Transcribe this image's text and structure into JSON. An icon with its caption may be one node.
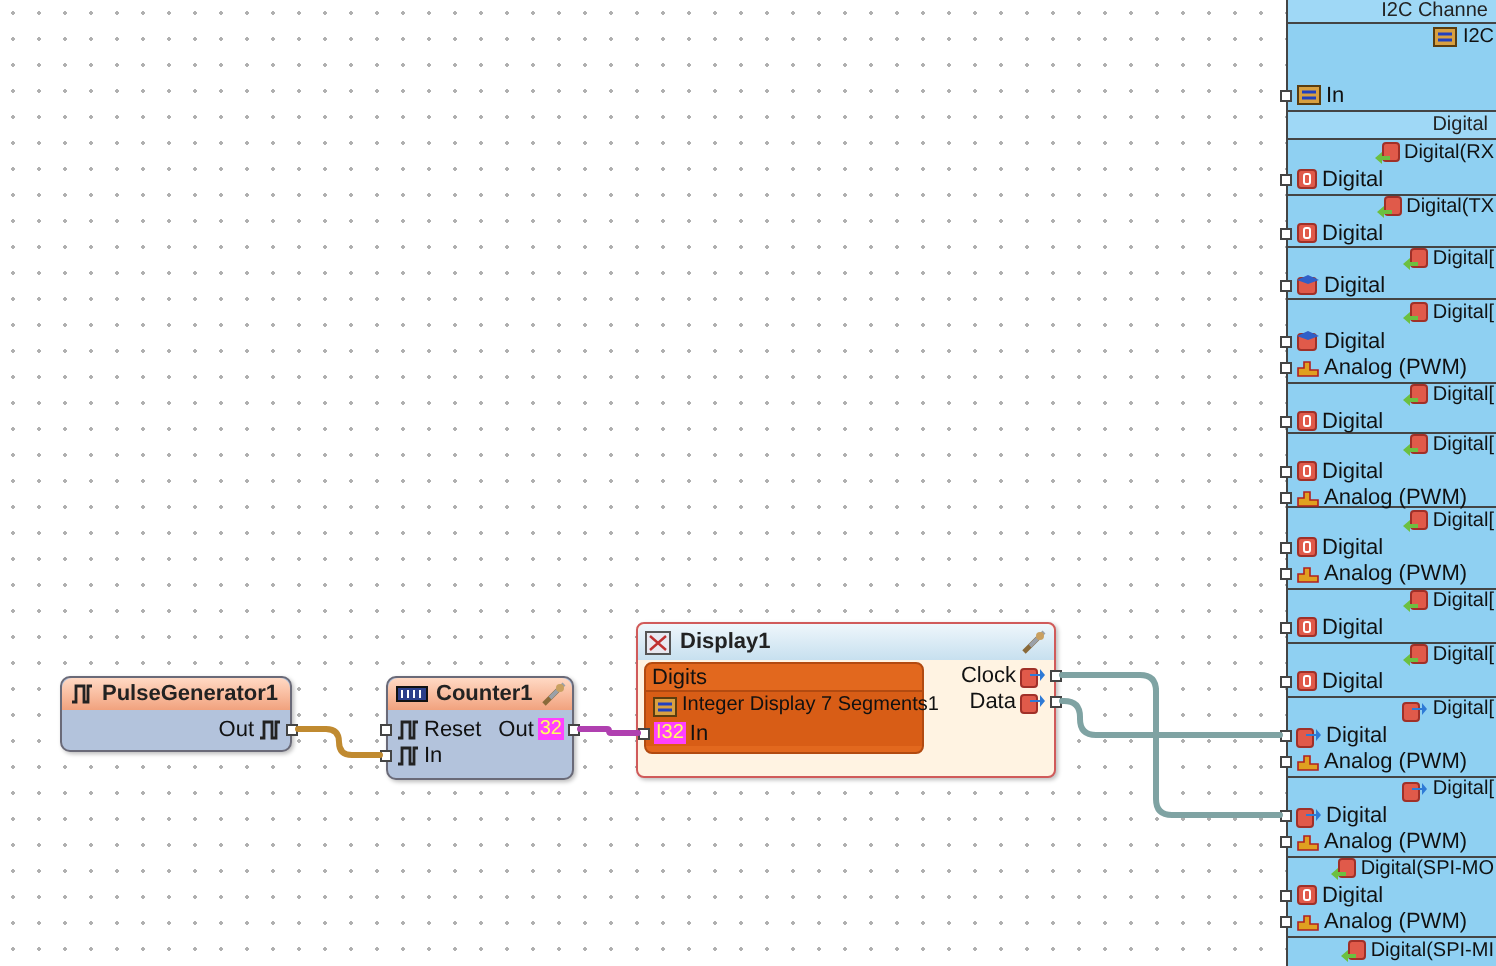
{
  "diagram": {
    "nodes": [
      {
        "text": [
          "PulseGenerator1"
        ]
      },
      {
        "text": [
          "Out"
        ],
        "in": 0
      },
      {
        "text": [
          "Counter1"
        ]
      },
      {
        "text": [
          "Reset"
        ],
        "in": 2
      },
      {
        "text": [
          "In"
        ],
        "in": 2
      },
      {
        "text": [
          "Out",
          "32"
        ],
        "in": 2
      },
      {
        "text": [
          "Display1"
        ]
      },
      {
        "text": [
          "Digits"
        ],
        "in": 6
      },
      {
        "text": [
          "Integer Display 7 Segments1"
        ],
        "in": 7
      },
      {
        "text": [
          "I32",
          "In"
        ],
        "in": 8
      },
      {
        "text": [
          "Clock"
        ],
        "in": 6
      },
      {
        "text": [
          "Data"
        ],
        "in": 6
      },
      {
        "text": [],
        "shape": "box"
      },
      {
        "text": [
          "I2C Channe"
        ],
        "in": 12
      },
      {
        "text": [
          "I2C"
        ],
        "in": 12
      },
      {
        "text": [
          "In"
        ],
        "in": 14
      },
      {
        "text": [
          "Digital"
        ],
        "in": 12
      },
      {
        "text": [
          "Digital(RX"
        ],
        "in": 12
      },
      {
        "text": [
          "Digital"
        ],
        "in": 17
      },
      {
        "text": [
          "Digital(TX"
        ],
        "in": 12
      },
      {
        "text": [
          "Digital"
        ],
        "in": 19
      },
      {
        "text": [
          "Digital["
        ],
        "in": 12
      },
      {
        "text": [
          "Digital"
        ],
        "in": 21
      },
      {
        "text": [
          "Digital["
        ],
        "in": 12
      },
      {
        "text": [
          "Digital"
        ],
        "in": 23
      },
      {
        "text": [
          "Analog (PWM)"
        ],
        "in": 23
      },
      {
        "text": [
          "Digital["
        ],
        "in": 12
      },
      {
        "text": [
          "Digital"
        ],
        "in": 26
      },
      {
        "text": [
          "Digital["
        ],
        "in": 12
      },
      {
        "text": [
          "Digital"
        ],
        "in": 28
      },
      {
        "text": [
          "Analog (PWM)"
        ],
        "in": 28
      },
      {
        "text": [
          "Digital["
        ],
        "in": 12
      },
      {
        "text": [
          "Digital"
        ],
        "in": 31
      },
      {
        "text": [
          "Analog (PWM)"
        ],
        "in": 31
      },
      {
        "text": [
          "Digital["
        ],
        "in": 12
      },
      {
        "text": [
          "Digital"
        ],
        "in": 34
      },
      {
        "text": [
          "Digital["
        ],
        "in": 12
      },
      {
        "text": [
          "Digital"
        ],
        "in": 36
      },
      {
        "text": [
          "Digital["
        ],
        "in": 12
      },
      {
        "text": [
          "Digital"
        ],
        "in": 38
      },
      {
        "text": [
          "Analog (PWM)"
        ],
        "in": 38
      },
      {
        "text": [
          "Digital["
        ],
        "in": 12
      },
      {
        "text": [
          "Digital"
        ],
        "in": 41
      },
      {
        "text": [
          "Analog (PWM)"
        ],
        "in": 41
      },
      {
        "text": [
          "Digital(SPI-MO"
        ],
        "in": 12
      },
      {
        "text": [
          "Digital"
        ],
        "in": 44
      },
      {
        "text": [
          "Analog (PWM)"
        ],
        "in": 44
      },
      {
        "text": [
          "Digital(SPI-MI"
        ],
        "in": 12
      }
    ],
    "edges": [
      {
        "from": 1,
        "to": 4,
        "arrow": "none",
        "color": "#c08a30"
      },
      {
        "from": 5,
        "to": 9,
        "arrow": "none",
        "color": "#b040b0"
      },
      {
        "from": 10,
        "to": 42,
        "arrow": "none",
        "color": "#7fa3a3"
      },
      {
        "from": 11,
        "to": 39,
        "arrow": "none",
        "color": "#7fa3a3"
      }
    ]
  }
}
